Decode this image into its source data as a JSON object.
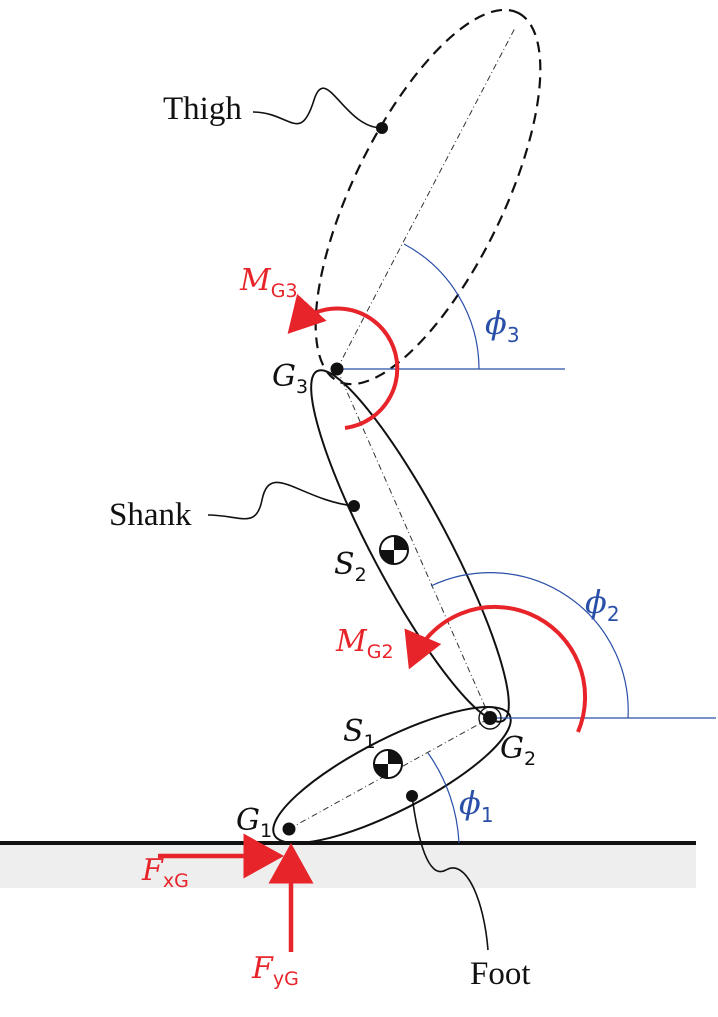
{
  "colors": {
    "ink": "#111111",
    "force": "#e8242b",
    "angle": "#2a4fa8",
    "ground_shade": "#eeeeee"
  },
  "labels": {
    "thigh": "Thigh",
    "shank": "Shank",
    "foot": "Foot"
  },
  "joints": {
    "g1": {
      "base": "G",
      "sub": "1"
    },
    "g2": {
      "base": "G",
      "sub": "2"
    },
    "g3": {
      "base": "G",
      "sub": "3"
    }
  },
  "centers_of_mass": {
    "s1": {
      "base": "S",
      "sub": "1"
    },
    "s2": {
      "base": "S",
      "sub": "2"
    }
  },
  "angles": {
    "phi1": {
      "base": "ϕ",
      "sub": "1"
    },
    "phi2": {
      "base": "ϕ",
      "sub": "2"
    },
    "phi3": {
      "base": "ϕ",
      "sub": "3"
    }
  },
  "moments": {
    "mg2": {
      "base": "M",
      "sub": "G2"
    },
    "mg3": {
      "base": "M",
      "sub": "G3"
    }
  },
  "forces": {
    "fxg": {
      "base": "F",
      "sub": "xG"
    },
    "fyg": {
      "base": "F",
      "sub": "yG"
    }
  }
}
